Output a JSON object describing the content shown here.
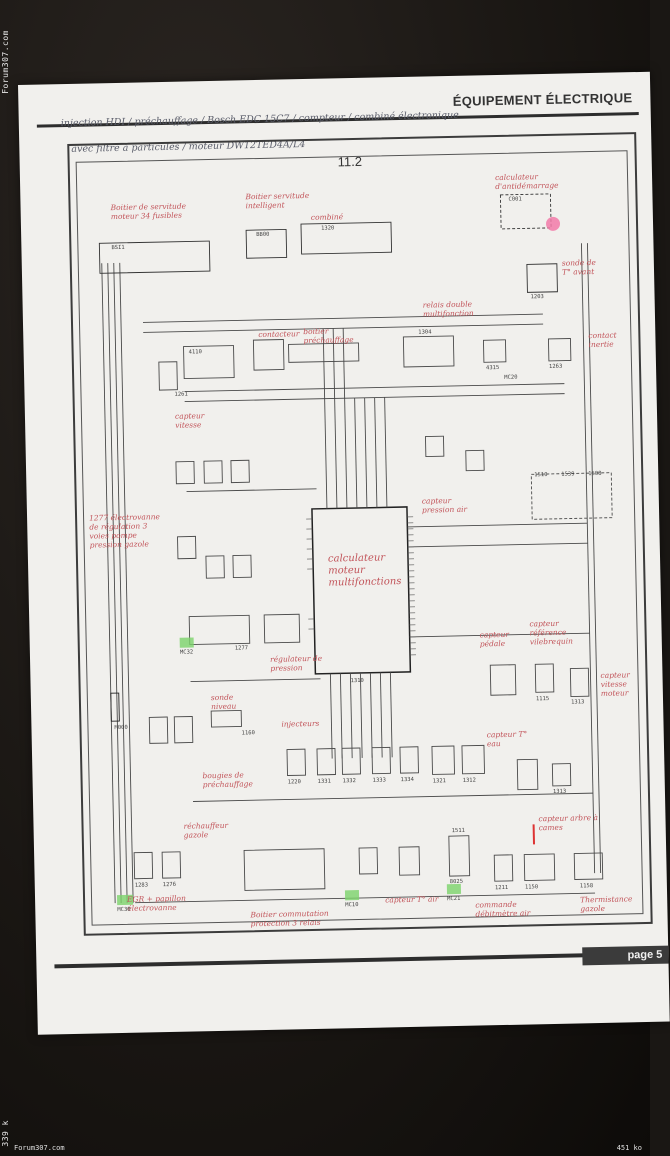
{
  "watermark": {
    "site": "Forum307.com",
    "size_left": "339 k"
  },
  "footer_bar": {
    "site": "Forum307.com",
    "file_size": "451 ko"
  },
  "document": {
    "header_title": "ÉQUIPEMENT ÉLECTRIQUE",
    "handwritten_title_line1": "injection HDI / préchauffage / Bosch EDC 15C7 / compteur / combiné électronique",
    "handwritten_title_line2": "avec filtre à particules / moteur DW12TED4A/L4",
    "section_number": "11.2",
    "page_label": "page 5"
  },
  "annotations": [
    {
      "id": "boitier-servitude",
      "text": "Boitier de servitude moteur 34 fusibles"
    },
    {
      "id": "boitier-ss",
      "text": "Boitier servitude intelligent"
    },
    {
      "id": "combine",
      "text": "combiné"
    },
    {
      "id": "calc-airbag",
      "text": "calculateur d'antidémarrage"
    },
    {
      "id": "sonde-temp",
      "text": "sonde de T° avant"
    },
    {
      "id": "contact-inertie",
      "text": "contact inertie"
    },
    {
      "id": "relais-multi",
      "text": "relais double multifonction"
    },
    {
      "id": "contacteur",
      "text": "contacteur"
    },
    {
      "id": "boitier-prech",
      "text": "boitier préchauffage"
    },
    {
      "id": "capteur-vitesse",
      "text": "capteur vitesse"
    },
    {
      "id": "calc-moteur",
      "text": "calculateur moteur multifonctions"
    },
    {
      "id": "electrovanne",
      "text": "1277 électrovanne de régulation 3 voies pompe pression gazole"
    },
    {
      "id": "regulateur-pression",
      "text": "régulateur de pression"
    },
    {
      "id": "sonde-niveau",
      "text": "sonde niveau"
    },
    {
      "id": "pedale",
      "text": "capteur pédale"
    },
    {
      "id": "capteur-ref",
      "text": "capteur référence vilebrequin"
    },
    {
      "id": "capteur-pression-air",
      "text": "capteur pression air"
    },
    {
      "id": "capteur-vitesse-moteur",
      "text": "capteur vitesse moteur"
    },
    {
      "id": "injecteurs",
      "text": "injecteurs"
    },
    {
      "id": "bougies",
      "text": "bougies de préchauffage"
    },
    {
      "id": "egr",
      "text": "EGR + papillon électrovanne"
    },
    {
      "id": "rechauffeur",
      "text": "réchauffeur gazole"
    },
    {
      "id": "boitier-3-relais",
      "text": "Boitier commutation protection 3 relais"
    },
    {
      "id": "capteur-air",
      "text": "capteur T° air"
    },
    {
      "id": "debimetre",
      "text": "commande débitmètre air"
    },
    {
      "id": "thermistance",
      "text": "Thermistance gazole"
    },
    {
      "id": "capteur-t-eau",
      "text": "capteur T° eau"
    },
    {
      "id": "capteur-arbre",
      "text": "capteur arbre à cames"
    }
  ],
  "codes": [
    "BSI1",
    "BB00",
    "1320",
    "C001",
    "1203",
    "1304",
    "4315",
    "1510",
    "1539",
    "1508",
    "4110",
    "1220",
    "1331",
    "1332",
    "1333",
    "1334",
    "1321",
    "1312",
    "1115",
    "1313",
    "1276",
    "1283",
    "1160",
    "1211",
    "1310",
    "8025",
    "1150",
    "1511",
    "1158",
    "M000",
    "MC32",
    "MC10",
    "MC30",
    "MC21",
    "MC20",
    "1313",
    "1261",
    "1263",
    "1277"
  ]
}
